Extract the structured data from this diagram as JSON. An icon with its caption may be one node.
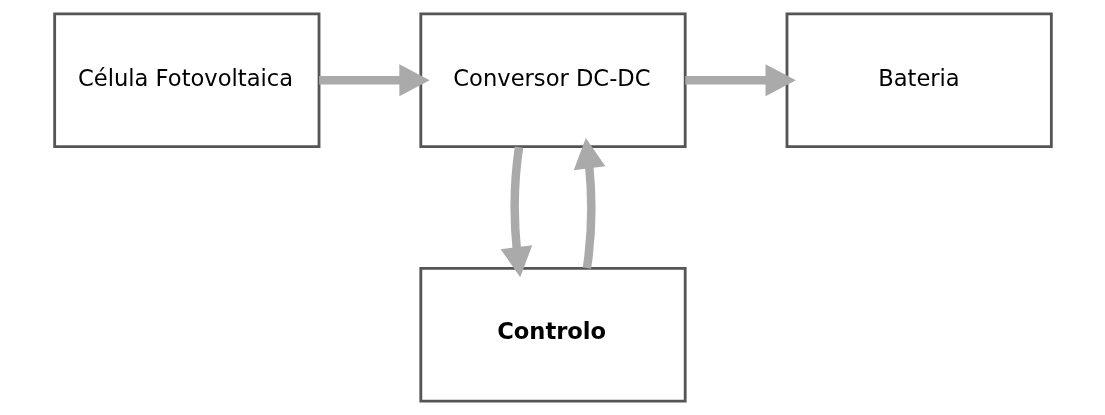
{
  "diagram": {
    "nodes": [
      {
        "text": [
          "Célula Fotovoltaica"
        ]
      },
      {
        "text": [
          "Conversor DC-DC"
        ]
      },
      {
        "text": [
          "Bateria"
        ]
      },
      {
        "text": [
          "Controlo"
        ]
      }
    ],
    "edges": [
      {
        "from": 0,
        "to": 1,
        "arrow": "to"
      },
      {
        "from": 1,
        "to": 2,
        "arrow": "to"
      },
      {
        "from": 3,
        "to": 1,
        "arrow": "to"
      },
      {
        "from": 1,
        "to": 3,
        "arrow": "to"
      }
    ]
  }
}
